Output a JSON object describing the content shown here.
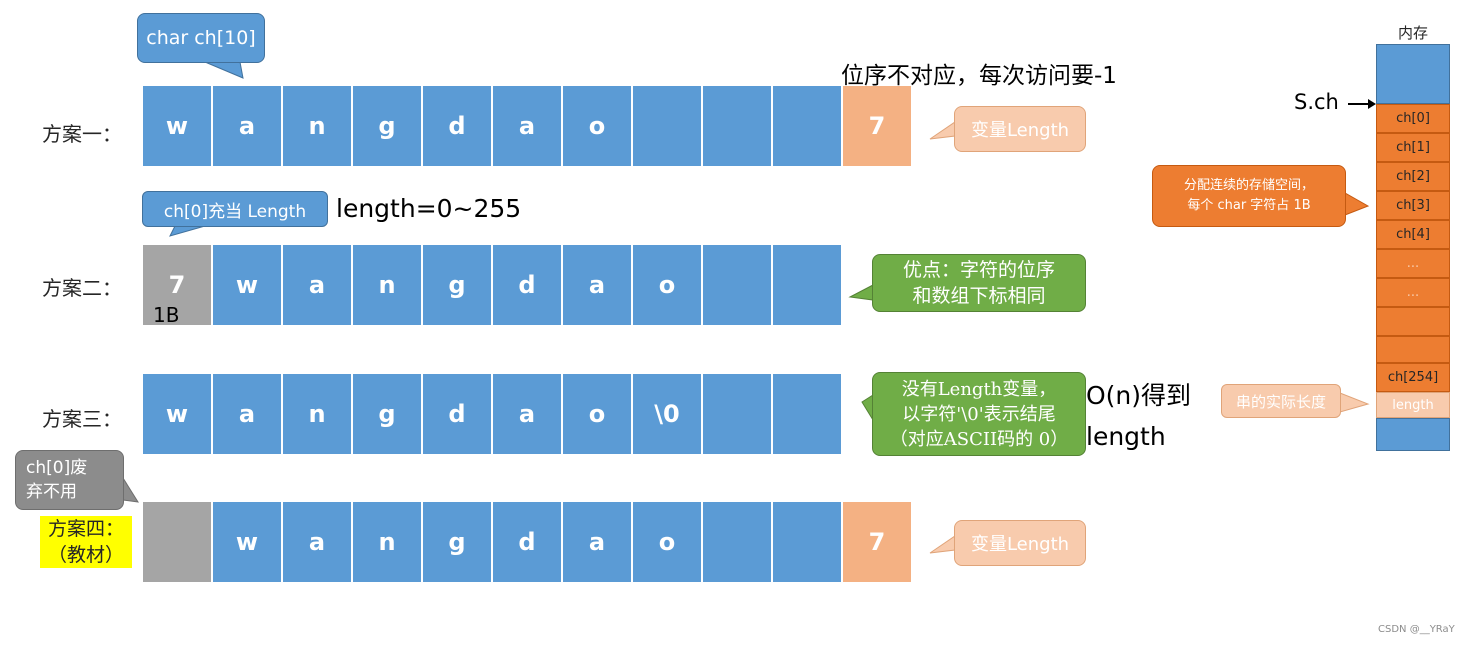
{
  "row1": {
    "label": "方案一：",
    "cells": [
      "w",
      "a",
      "n",
      "g",
      "d",
      "a",
      "o",
      "",
      "",
      ""
    ],
    "length_value": "7"
  },
  "row2": {
    "label": "方案二：",
    "first_cell": "7",
    "cells": [
      "w",
      "a",
      "n",
      "g",
      "d",
      "a",
      "o",
      "",
      ""
    ],
    "size_note": "1B"
  },
  "row3": {
    "label": "方案三：",
    "cells": [
      "w",
      "a",
      "n",
      "g",
      "d",
      "a",
      "o",
      "\\0",
      "",
      ""
    ]
  },
  "row4": {
    "label_line1": "方案四：",
    "label_line2": "（教材）",
    "cells": [
      "w",
      "a",
      "n",
      "g",
      "d",
      "a",
      "o",
      "",
      ""
    ],
    "length_value": "7"
  },
  "callouts": {
    "char_decl": "char ch[10]",
    "var_length_1": "变量Length",
    "ch0_length": "ch[0]充当 Length",
    "advantage_line1": "优点：字符的位序",
    "advantage_line2": "和数组下标相同",
    "no_length_line1": "没有Length变量，",
    "no_length_line2": "以字符'\\0'表示结尾",
    "no_length_line3": "（对应ASCII码的 0）",
    "ch0_discard_line1": "ch[0]废",
    "ch0_discard_line2": "弃不用",
    "var_length_4": "变量Length",
    "alloc_line1": "分配连续的存储空间，",
    "alloc_line2": "每个 char 字符占 1B",
    "actual_length": "串的实际长度"
  },
  "notes": {
    "order_mismatch": "位序不对应，每次访问要-1",
    "length_range": "length=0~255",
    "on_line1": "O(n)得到",
    "on_line2": "length"
  },
  "memory": {
    "title": "内存",
    "pointer_label": "S.ch",
    "cells": [
      "ch[0]",
      "ch[1]",
      "ch[2]",
      "ch[3]",
      "ch[4]",
      "...",
      "...",
      "",
      "ch[254]"
    ],
    "length_cell": "length"
  },
  "footer": {
    "watermark": "CSDN @__YRaY"
  },
  "colors": {
    "cell_blue": "#5b9bd5",
    "cell_gray": "#a5a5a5",
    "cell_orange": "#f4b183",
    "callout_green": "#70ad47",
    "mem_orange": "#ed7d31",
    "highlight_yellow": "#ffff00"
  }
}
